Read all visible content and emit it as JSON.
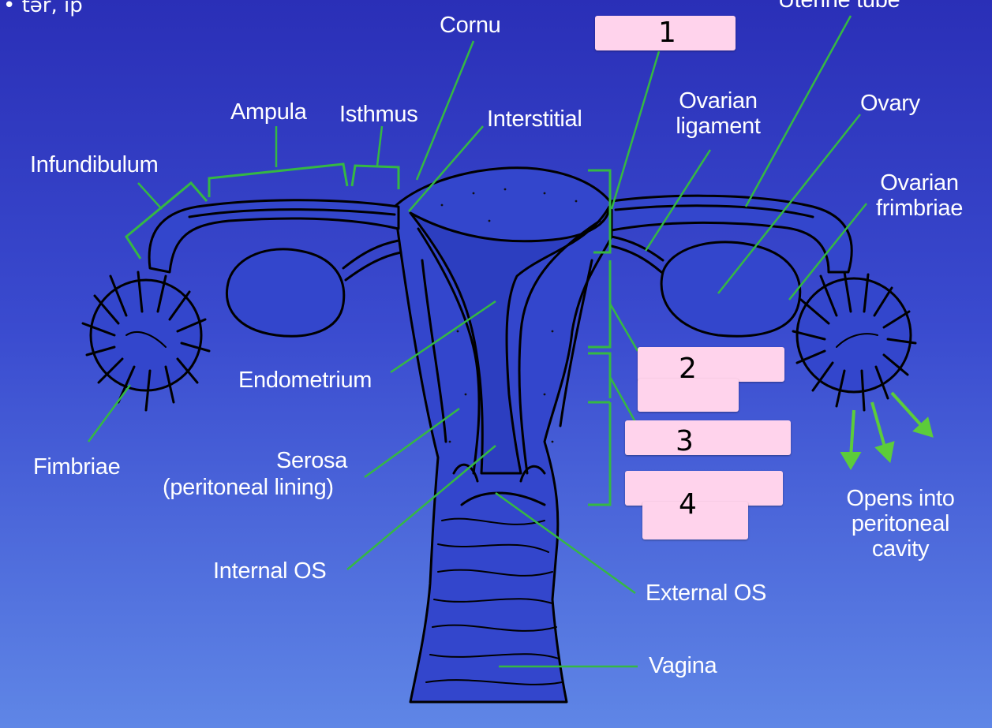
{
  "labels": {
    "cornu": "Cornu",
    "uterine_tube": "Uterine tube",
    "ampula": "Ampula",
    "isthmus": "Isthmus",
    "interstitial": "Interstitial",
    "ovarian_ligament": "Ovarian ligament",
    "ovary": "Ovary",
    "infundibulum": "Infundibulum",
    "ovarian_fimbriae": "Ovarian frimbriae",
    "endometrium": "Endometrium",
    "fimbriae": "Fimbriae",
    "serosa": "Serosa",
    "serosa_sub": "(peritoneal lining)",
    "opens_into": "Opens into peritoneal cavity",
    "internal_os": "Internal OS",
    "external_os": "External OS",
    "vagina": "Vagina"
  },
  "blanks": [
    "1",
    "2",
    "3",
    "4"
  ],
  "corner_scrawl": "• tər, ip",
  "colors": {
    "leader": "#35b843",
    "outline": "#000000",
    "tissue": "#3045c8",
    "box": "#ffd3ec",
    "arrow": "#5ccc3a"
  }
}
